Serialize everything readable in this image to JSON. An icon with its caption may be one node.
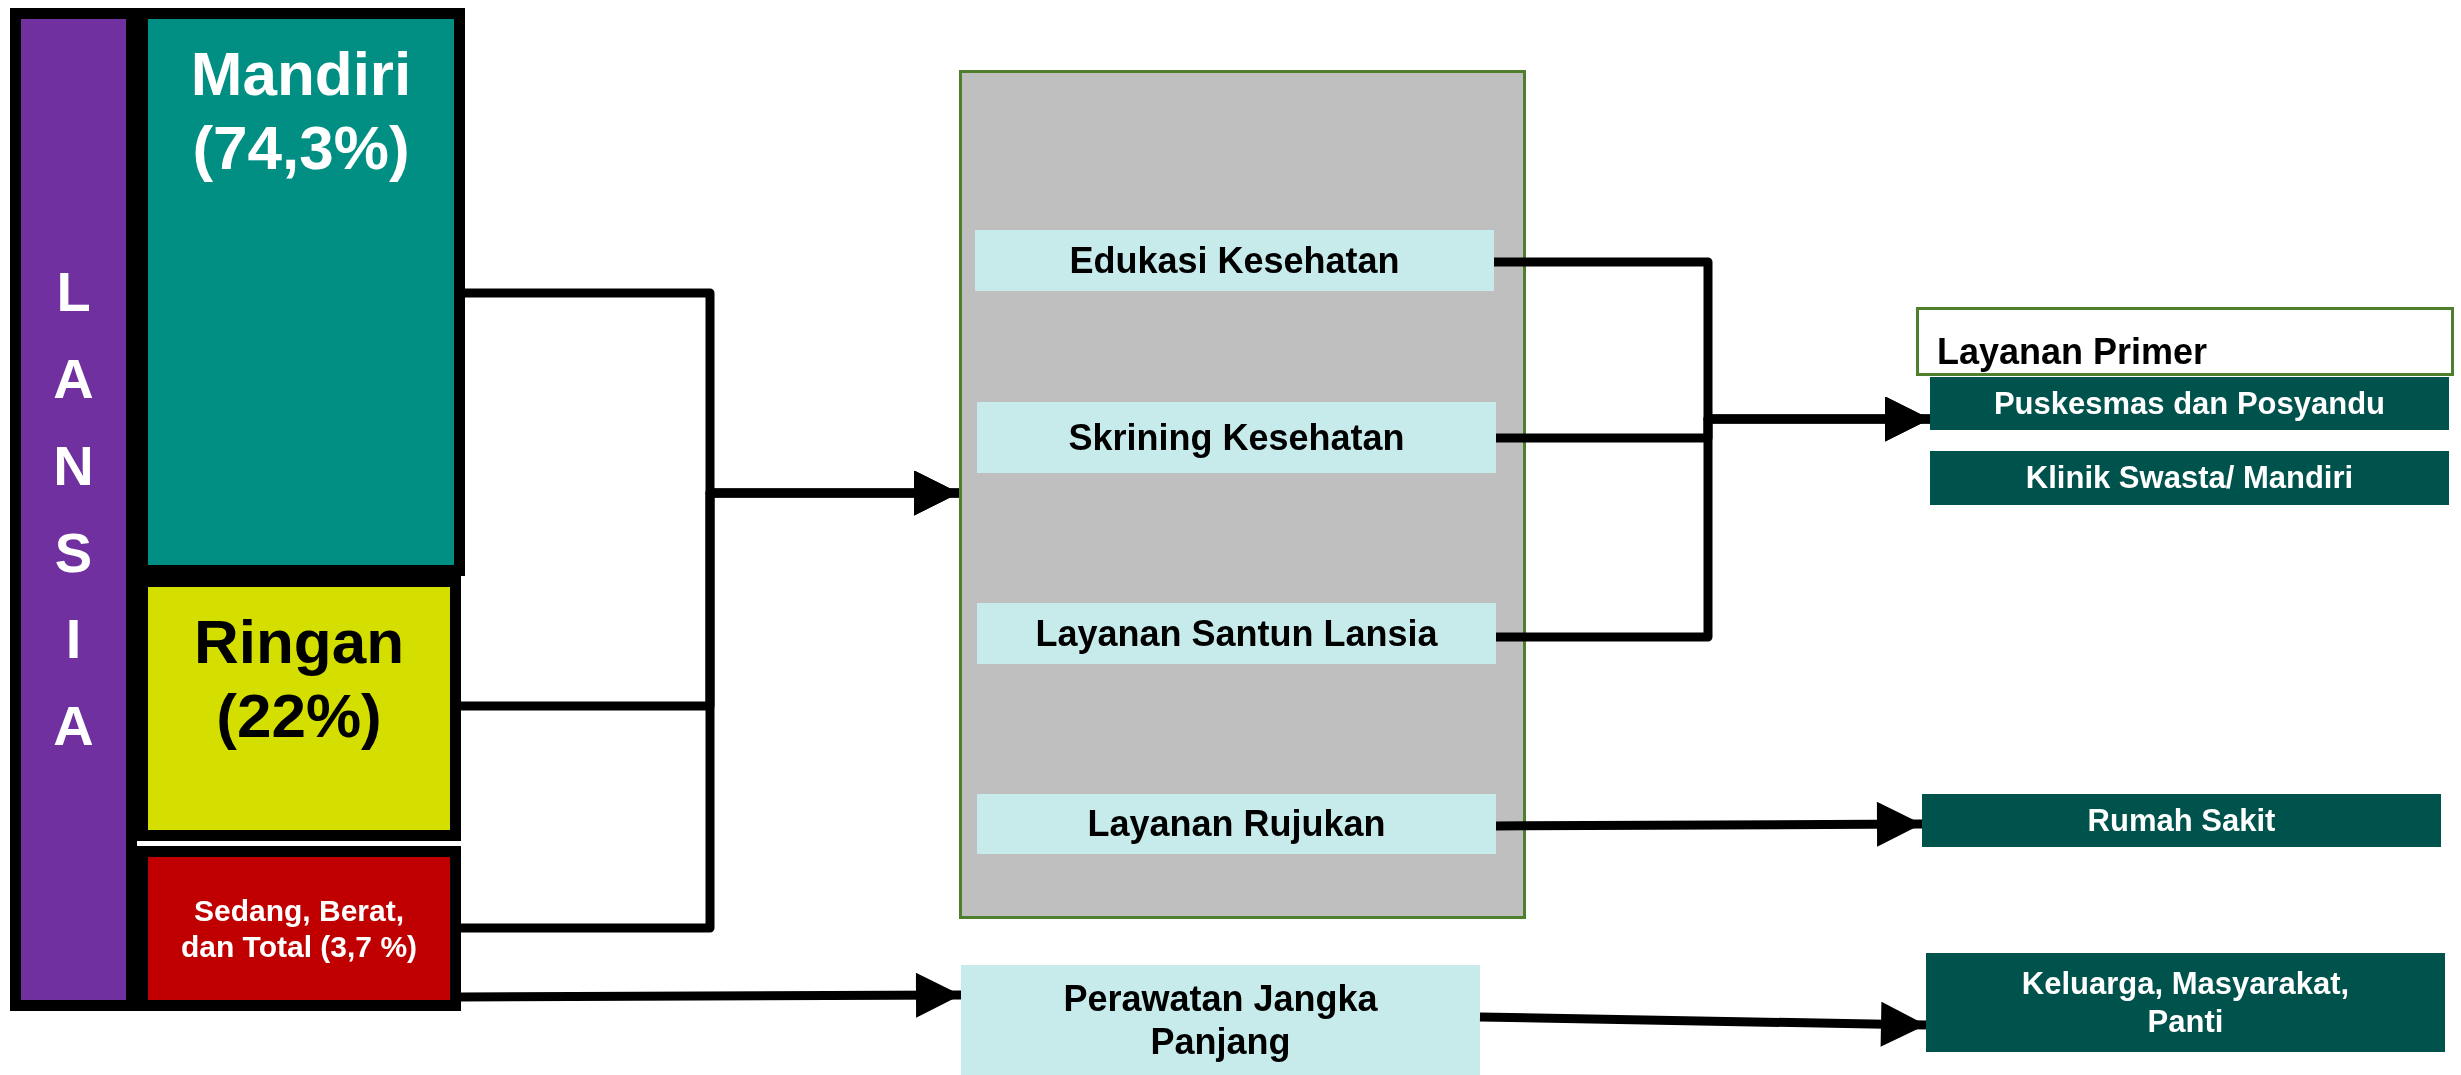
{
  "diagram": {
    "nodes": [
      {
        "text": [
          "LANSIA"
        ]
      },
      {
        "text": [
          "Mandiri (74,3%)"
        ]
      },
      {
        "text": [
          "Ringan (22%)"
        ]
      },
      {
        "text": [
          "Sedang, Berat, dan Total (3,7 %)"
        ]
      },
      {
        "text": [],
        "shape": "box"
      },
      {
        "text": [
          "Edukasi Kesehatan"
        ],
        "in": 4
      },
      {
        "text": [
          "Skrining Kesehatan"
        ],
        "in": 4
      },
      {
        "text": [
          "Layanan Santun Lansia"
        ],
        "in": 4
      },
      {
        "text": [
          "Layanan Rujukan"
        ],
        "in": 4
      },
      {
        "text": [
          "Perawatan Jangka Panjang"
        ]
      },
      {
        "text": [
          "Layanan Primer"
        ]
      },
      {
        "text": [
          "Puskesmas dan Posyandu"
        ]
      },
      {
        "text": [
          "Klinik Swasta/ Mandiri"
        ]
      },
      {
        "text": [
          "Rumah Sakit"
        ]
      },
      {
        "text": [
          "Keluarga, Masyarakat, Panti"
        ]
      }
    ],
    "edges": [
      {
        "from": 1,
        "to": 4,
        "arrow": "to"
      },
      {
        "from": 2,
        "to": 4,
        "arrow": "to"
      },
      {
        "from": 3,
        "to": 4,
        "arrow": "to"
      },
      {
        "from": 3,
        "to": 9,
        "arrow": "to"
      },
      {
        "from": 5,
        "to": 11,
        "arrow": "to"
      },
      {
        "from": 6,
        "to": 11,
        "arrow": "to"
      },
      {
        "from": 7,
        "to": 11,
        "arrow": "to"
      },
      {
        "from": 8,
        "to": 13,
        "arrow": "to"
      },
      {
        "from": 9,
        "to": 14,
        "arrow": "to"
      }
    ]
  }
}
